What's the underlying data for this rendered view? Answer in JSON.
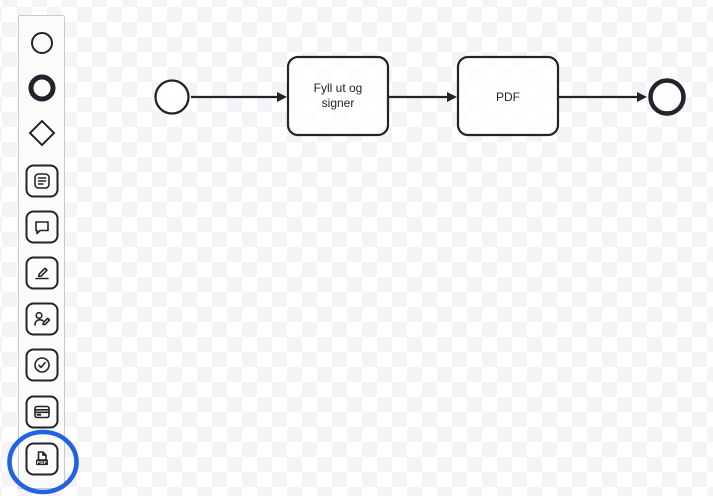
{
  "colors": {
    "shape_stroke": "#22242B",
    "highlight_blue": "#2361E5",
    "checker_gray": "#F4F4F6",
    "palette_bg": "#FBFBFB",
    "palette_border": "#C9C9C9"
  },
  "palette": {
    "tools": [
      {
        "icon": "start-event-circle-icon"
      },
      {
        "icon": "end-event-thick-circle-icon"
      },
      {
        "icon": "gateway-diamond-icon"
      },
      {
        "icon": "form-lines-icon"
      },
      {
        "icon": "speech-bubble-icon"
      },
      {
        "icon": "pencil-signature-icon"
      },
      {
        "icon": "user-pencil-icon"
      },
      {
        "icon": "check-circle-icon"
      },
      {
        "icon": "credit-card-icon"
      },
      {
        "icon": "pdf-document-icon",
        "highlighted": true
      }
    ],
    "pdf_tool_label": "PDF"
  },
  "diagram": {
    "task1": {
      "line1": "Fyll ut og",
      "line2": "signer"
    },
    "task2": {
      "label": "PDF"
    }
  }
}
